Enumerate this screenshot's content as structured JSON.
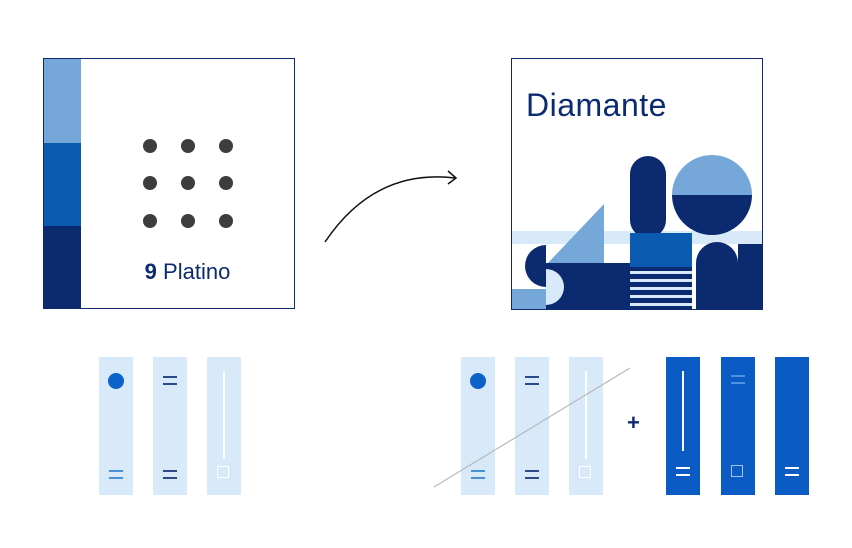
{
  "platino": {
    "number": "9",
    "label": "Platino"
  },
  "diamante": {
    "title": "Diamante"
  },
  "plus": "+",
  "colors": {
    "navy": "#0b2a6f",
    "mid_blue": "#0a5bc4",
    "light_blue": "#75a7d9",
    "pale_blue": "#d8e9f9",
    "dot_gray": "#3d3d3d"
  }
}
